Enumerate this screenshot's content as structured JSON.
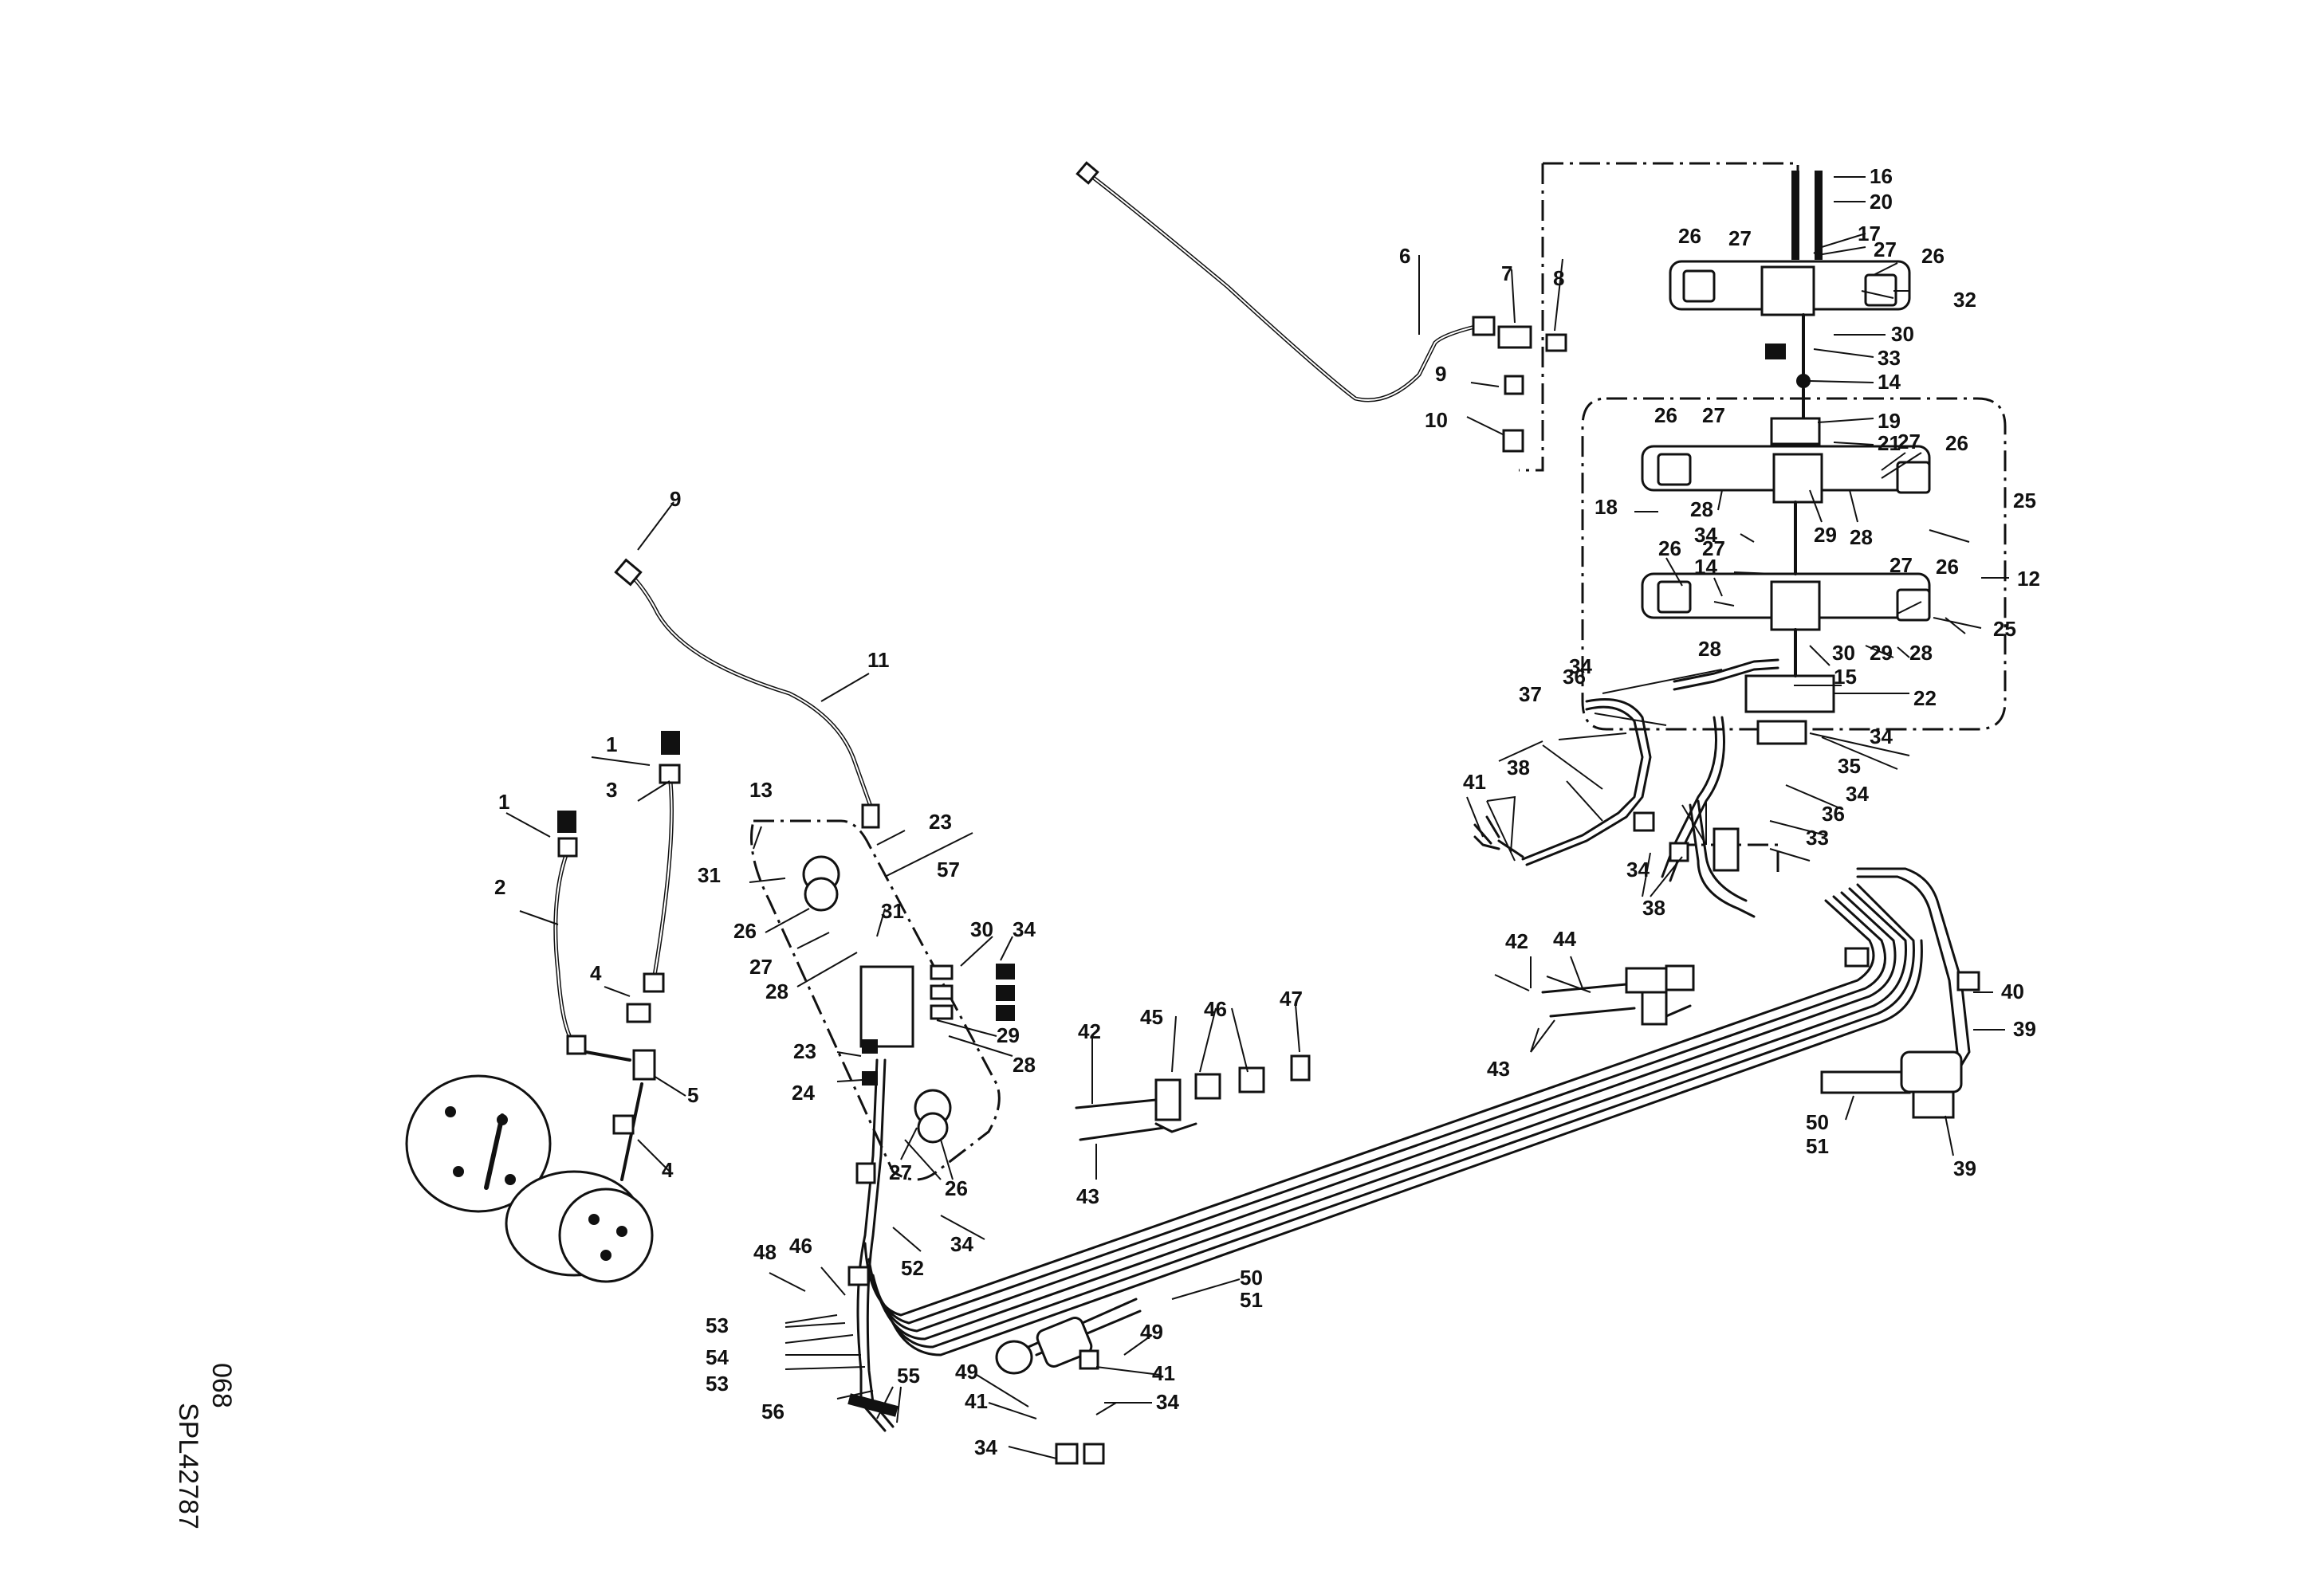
{
  "diagram": {
    "document_code": "SPL42787",
    "sheet_number": "068",
    "callouts": [
      {
        "id": "c1",
        "label": "16"
      },
      {
        "id": "c2",
        "label": "20"
      },
      {
        "id": "c3",
        "label": "27"
      },
      {
        "id": "c4",
        "label": "17"
      },
      {
        "id": "c5",
        "label": "26"
      },
      {
        "id": "c6",
        "label": "27"
      },
      {
        "id": "c7",
        "label": "26"
      },
      {
        "id": "c8",
        "label": "32"
      },
      {
        "id": "c9",
        "label": "30"
      },
      {
        "id": "c10",
        "label": "33"
      },
      {
        "id": "c11",
        "label": "14"
      },
      {
        "id": "c12",
        "label": "7"
      },
      {
        "id": "c13",
        "label": "8"
      },
      {
        "id": "c14",
        "label": "6"
      },
      {
        "id": "c15",
        "label": "9"
      },
      {
        "id": "c16",
        "label": "10"
      },
      {
        "id": "c17",
        "label": "19"
      },
      {
        "id": "c18",
        "label": "21"
      },
      {
        "id": "c19",
        "label": "26"
      },
      {
        "id": "c20",
        "label": "27"
      },
      {
        "id": "c21",
        "label": "27"
      },
      {
        "id": "c22",
        "label": "26"
      },
      {
        "id": "c23",
        "label": "25"
      },
      {
        "id": "c24",
        "label": "18"
      },
      {
        "id": "c25",
        "label": "28"
      },
      {
        "id": "c26",
        "label": "29"
      },
      {
        "id": "c27",
        "label": "28"
      },
      {
        "id": "c28",
        "label": "34"
      },
      {
        "id": "c29",
        "label": "14"
      },
      {
        "id": "c30",
        "label": "12"
      },
      {
        "id": "c31",
        "label": "26"
      },
      {
        "id": "c32",
        "label": "27"
      },
      {
        "id": "c33",
        "label": "27"
      },
      {
        "id": "c34",
        "label": "26"
      },
      {
        "id": "c35",
        "label": "25"
      },
      {
        "id": "c36",
        "label": "28"
      },
      {
        "id": "c37",
        "label": "30"
      },
      {
        "id": "c38",
        "label": "29"
      },
      {
        "id": "c39",
        "label": "28"
      },
      {
        "id": "c40",
        "label": "15"
      },
      {
        "id": "c41",
        "label": "34"
      },
      {
        "id": "c42",
        "label": "36"
      },
      {
        "id": "c43",
        "label": "22"
      },
      {
        "id": "c44",
        "label": "37"
      },
      {
        "id": "c45",
        "label": "34"
      },
      {
        "id": "c46",
        "label": "35"
      },
      {
        "id": "c47",
        "label": "41"
      },
      {
        "id": "c48",
        "label": "38"
      },
      {
        "id": "c49",
        "label": "34"
      },
      {
        "id": "c50",
        "label": "36"
      },
      {
        "id": "c51",
        "label": "33"
      },
      {
        "id": "c52",
        "label": "34"
      },
      {
        "id": "c53",
        "label": "38"
      },
      {
        "id": "c54",
        "label": "42"
      },
      {
        "id": "c55",
        "label": "44"
      },
      {
        "id": "c56",
        "label": "43"
      },
      {
        "id": "c57",
        "label": "40"
      },
      {
        "id": "c58",
        "label": "39"
      },
      {
        "id": "c59",
        "label": "50"
      },
      {
        "id": "c60",
        "label": "51"
      },
      {
        "id": "c61",
        "label": "39"
      },
      {
        "id": "c62",
        "label": "9"
      },
      {
        "id": "c63",
        "label": "11"
      },
      {
        "id": "c64",
        "label": "1"
      },
      {
        "id": "c65",
        "label": "3"
      },
      {
        "id": "c66",
        "label": "1"
      },
      {
        "id": "c67",
        "label": "2"
      },
      {
        "id": "c68",
        "label": "4"
      },
      {
        "id": "c69",
        "label": "5"
      },
      {
        "id": "c70",
        "label": "4"
      },
      {
        "id": "c71",
        "label": "13"
      },
      {
        "id": "c72",
        "label": "23"
      },
      {
        "id": "c73",
        "label": "31"
      },
      {
        "id": "c74",
        "label": "57"
      },
      {
        "id": "c75",
        "label": "26"
      },
      {
        "id": "c76",
        "label": "31"
      },
      {
        "id": "c77",
        "label": "27"
      },
      {
        "id": "c78",
        "label": "28"
      },
      {
        "id": "c79",
        "label": "30"
      },
      {
        "id": "c80",
        "label": "34"
      },
      {
        "id": "c81",
        "label": "29"
      },
      {
        "id": "c82",
        "label": "28"
      },
      {
        "id": "c83",
        "label": "23"
      },
      {
        "id": "c84",
        "label": "24"
      },
      {
        "id": "c85",
        "label": "27"
      },
      {
        "id": "c86",
        "label": "26"
      },
      {
        "id": "c87",
        "label": "34"
      },
      {
        "id": "c88",
        "label": "52"
      },
      {
        "id": "c89",
        "label": "42"
      },
      {
        "id": "c90",
        "label": "45"
      },
      {
        "id": "c91",
        "label": "46"
      },
      {
        "id": "c92",
        "label": "47"
      },
      {
        "id": "c93",
        "label": "43"
      },
      {
        "id": "c94",
        "label": "48"
      },
      {
        "id": "c95",
        "label": "46"
      },
      {
        "id": "c96",
        "label": "53"
      },
      {
        "id": "c97",
        "label": "54"
      },
      {
        "id": "c98",
        "label": "53"
      },
      {
        "id": "c99",
        "label": "56"
      },
      {
        "id": "c100",
        "label": "55"
      },
      {
        "id": "c101",
        "label": "50"
      },
      {
        "id": "c102",
        "label": "51"
      },
      {
        "id": "c103",
        "label": "49"
      },
      {
        "id": "c104",
        "label": "49"
      },
      {
        "id": "c105",
        "label": "41"
      },
      {
        "id": "c106",
        "label": "41"
      },
      {
        "id": "c107",
        "label": "34"
      },
      {
        "id": "c108",
        "label": "34"
      }
    ]
  }
}
